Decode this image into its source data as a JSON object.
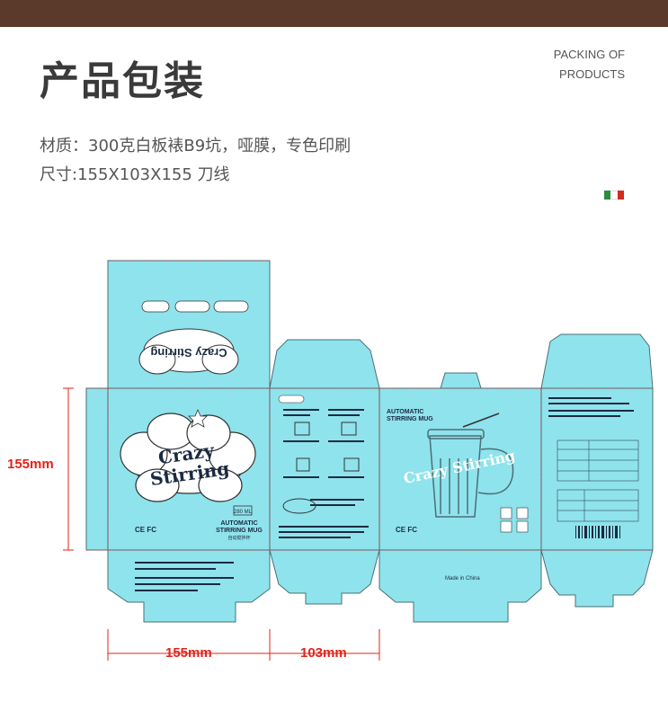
{
  "header": {
    "title": "产品包装",
    "subtitle_line1": "PACKING OF",
    "subtitle_line2": "PRODUCTS"
  },
  "specs": {
    "material": "材质：300克白板裱B9坑，哑膜，专色印刷",
    "size": "尺寸:155X103X155 刀线"
  },
  "flag_colors": [
    "#2e8b3e",
    "#ffffff",
    "#d52b1e"
  ],
  "colors": {
    "topbar": "#5b3a2c",
    "box": "#8fe3ec",
    "dim": "#e2231a"
  },
  "dimensions": {
    "height": "155mm",
    "width": "155mm",
    "depth": "103mm"
  },
  "box": {
    "brand": "Crazy Stirring",
    "brand_line1": "Crazy",
    "brand_line2": "Stirring",
    "capacity": "280 ML",
    "product_name_line1": "AUTOMATIC",
    "product_name_line2": "STIRRING MUG",
    "product_name_cn": "自动搅拌杯",
    "certs": "CE FC",
    "made_in": "Made in China"
  }
}
